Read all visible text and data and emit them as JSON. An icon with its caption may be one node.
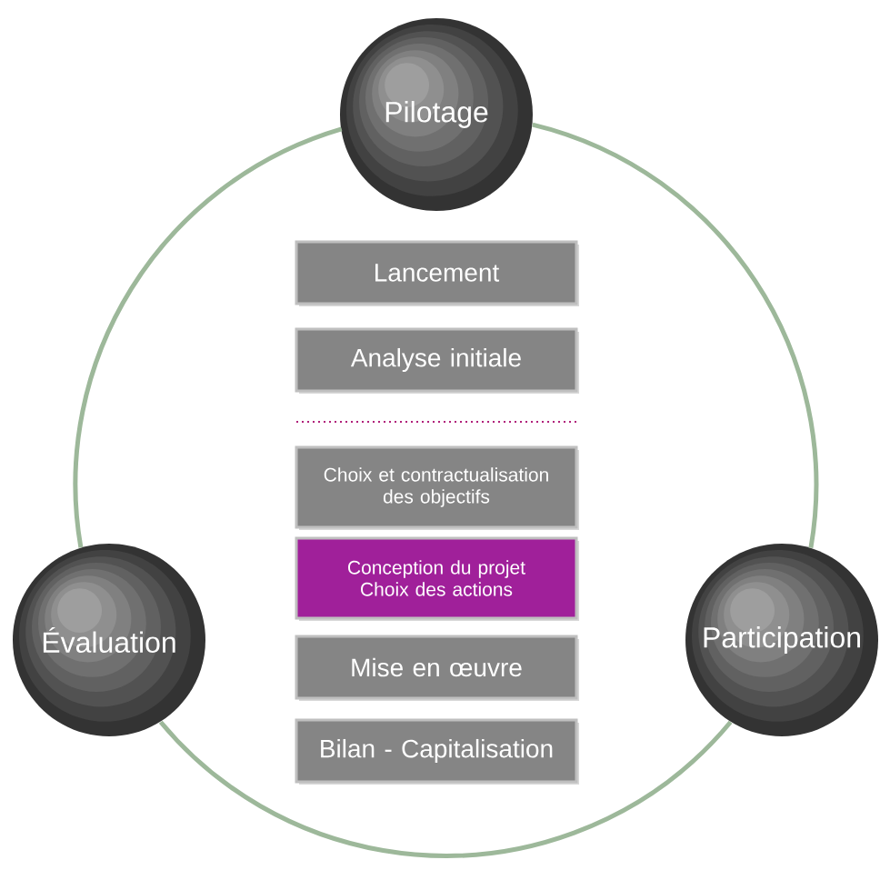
{
  "diagram": {
    "nodes": [
      {
        "text": [
          "Pilotage"
        ]
      },
      {
        "text": [
          "Lancement"
        ]
      },
      {
        "text": [
          "Analyse initiale"
        ]
      },
      {
        "text": [
          "Choix et contractualisation des objectifs"
        ]
      },
      {
        "text": [
          "Conception du projet",
          "Choix des actions"
        ]
      },
      {
        "text": [
          "Évaluation"
        ]
      },
      {
        "text": [
          "Participation"
        ]
      },
      {
        "text": [
          "Mise en œuvre"
        ]
      },
      {
        "text": [
          "Bilan - Capitalisation"
        ]
      }
    ],
    "edges": [
      {
        "from": 0,
        "to": 6,
        "arrow": "none"
      },
      {
        "from": 6,
        "to": 5,
        "arrow": "none"
      },
      {
        "from": 5,
        "to": 0,
        "arrow": "none"
      }
    ]
  }
}
